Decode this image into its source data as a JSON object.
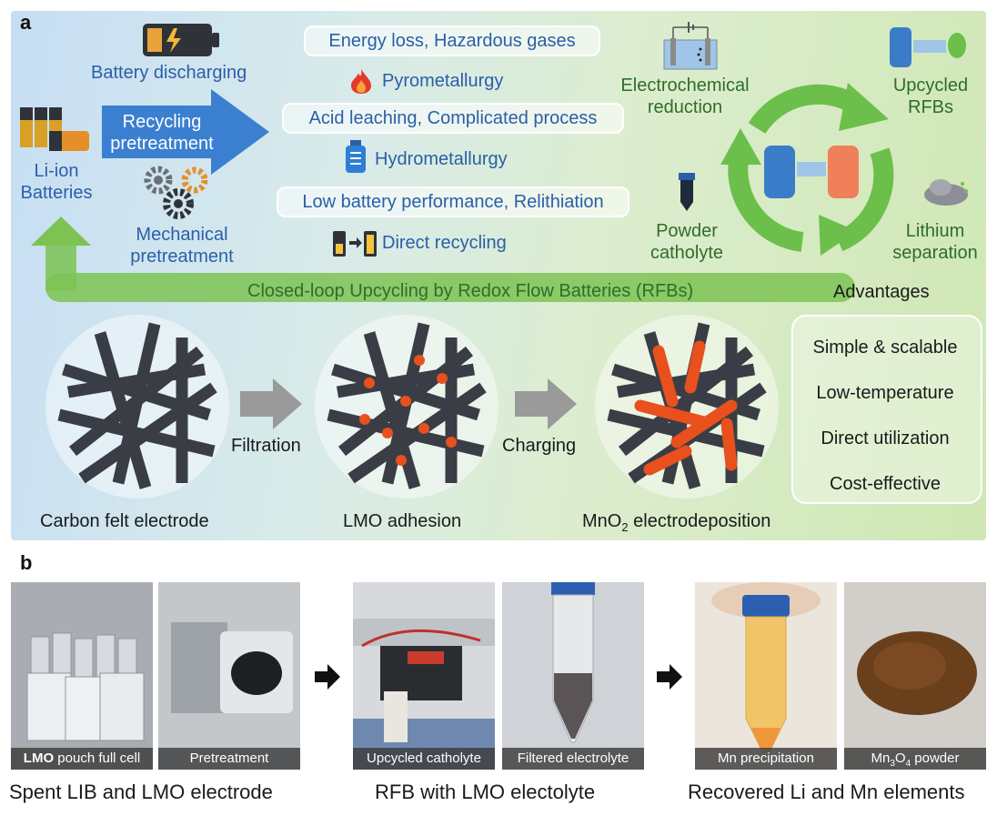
{
  "panel_a": {
    "label": "a",
    "battery_discharging": "Battery discharging",
    "recycling_pretreatment": [
      "Recycling",
      "pretreatment"
    ],
    "li_ion_batteries": [
      "Li-ion",
      "Batteries"
    ],
    "mechanical_pretreatment": [
      "Mechanical",
      "pretreatment"
    ],
    "issue_1": "Energy loss, Hazardous gases",
    "method_1": "Pyrometallurgy",
    "issue_2": "Acid leaching, Complicated process",
    "method_2": "Hydrometallurgy",
    "issue_3": "Low battery performance, Relithiation",
    "method_3": "Direct recycling",
    "electrochemical_reduction": [
      "Electrochemical",
      "reduction"
    ],
    "upcycled_rfbs": [
      "Upcycled",
      "RFBs"
    ],
    "powder_catholyte": [
      "Powder",
      "catholyte"
    ],
    "lithium_separation": [
      "Lithium",
      "separation"
    ],
    "closed_loop": "Closed-loop Upcycling by Redox Flow Batteries (RFBs)",
    "advantages_title": "Advantages",
    "advantages": [
      "Simple & scalable",
      "Low-temperature",
      "Direct utilization",
      "Cost-effective"
    ],
    "step_filtration": "Filtration",
    "step_charging": "Charging",
    "felt_1_label": "Carbon felt electrode",
    "felt_2_label": "LMO adhesion",
    "felt_3_label_pre": "MnO",
    "felt_3_label_sub": "2",
    "felt_3_label_post": " electrodeposition",
    "colors": {
      "arrow_blue": "#3b7fd0",
      "loop_green": "#6cbf4a",
      "felt": "#3a3d45",
      "deposit": "#e8501e"
    }
  },
  "panel_b": {
    "label": "b",
    "photos": [
      {
        "caption_pre": "LMO",
        "caption_post": " pouch full cell"
      },
      {
        "caption": "Pretreatment"
      },
      {
        "caption": "Upcycled catholyte"
      },
      {
        "caption": "Filtered electrolyte"
      },
      {
        "caption": "Mn precipitation"
      },
      {
        "caption_pre": "Mn",
        "sub1": "3",
        "mid": "O",
        "sub2": "4",
        "caption_post": " powder"
      }
    ],
    "groups": [
      "Spent LIB and LMO electrode",
      "RFB with LMO electolyte",
      "Recovered Li and Mn elements"
    ]
  }
}
